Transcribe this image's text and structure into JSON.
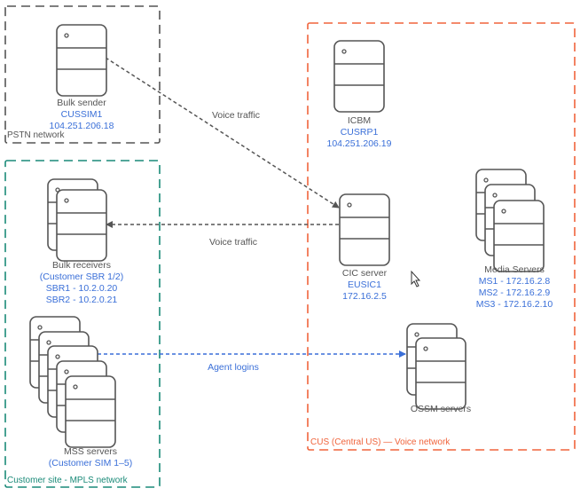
{
  "colors": {
    "pstn_zone": "#555555",
    "customer_zone": "#1a8a78",
    "cus_zone": "#f0643c",
    "label_gray": "#555555",
    "label_blue": "#3a6fd8",
    "server_stroke": "#555555"
  },
  "zones": {
    "pstn": {
      "label": "PSTN network"
    },
    "customer": {
      "label": "Customer site - MPLS network"
    },
    "cus": {
      "label": "CUS (Central US) — Voice network"
    }
  },
  "nodes": {
    "bulk_sender": {
      "title": "Bulk sender",
      "lines": [
        "CUSSIM1",
        "104.251.206.18"
      ],
      "icon": "server-icon"
    },
    "bulk_receivers": {
      "title": "Bulk receivers",
      "lines": [
        "(Customer SBR 1/2)",
        "SBR1 - 10.2.0.20",
        "SBR2 - 10.2.0.21"
      ],
      "icon": "server-stack-icon"
    },
    "mss_servers": {
      "title": "MSS servers",
      "lines": [
        "(Customer SIM 1–5)"
      ],
      "icon": "server-stack-icon"
    },
    "icbm": {
      "title": "ICBM",
      "lines": [
        "CUSRP1",
        "104.251.206.19"
      ],
      "icon": "server-icon"
    },
    "cic_server": {
      "title": "CIC server",
      "lines": [
        "EUSIC1",
        "172.16.2.5"
      ],
      "icon": "server-icon"
    },
    "media_servers": {
      "title": "Media Servers",
      "lines": [
        "MS1 -  172.16.2.8",
        "MS2 - 172.16.2.9",
        "MS3 - 172.16.2.10"
      ],
      "icon": "server-stack-icon"
    },
    "ossm_servers": {
      "title": "OSSM servers",
      "lines": [],
      "icon": "server-stack-icon"
    }
  },
  "edges": {
    "voice_in": {
      "label": "Voice traffic",
      "from": "Bulk sender",
      "to": "CIC server"
    },
    "voice_out": {
      "label": "Voice traffic",
      "from": "CIC server",
      "to": "Bulk receivers"
    },
    "agent_logins": {
      "label": "Agent logins",
      "from": "MSS servers",
      "to": "OSSM servers"
    }
  }
}
